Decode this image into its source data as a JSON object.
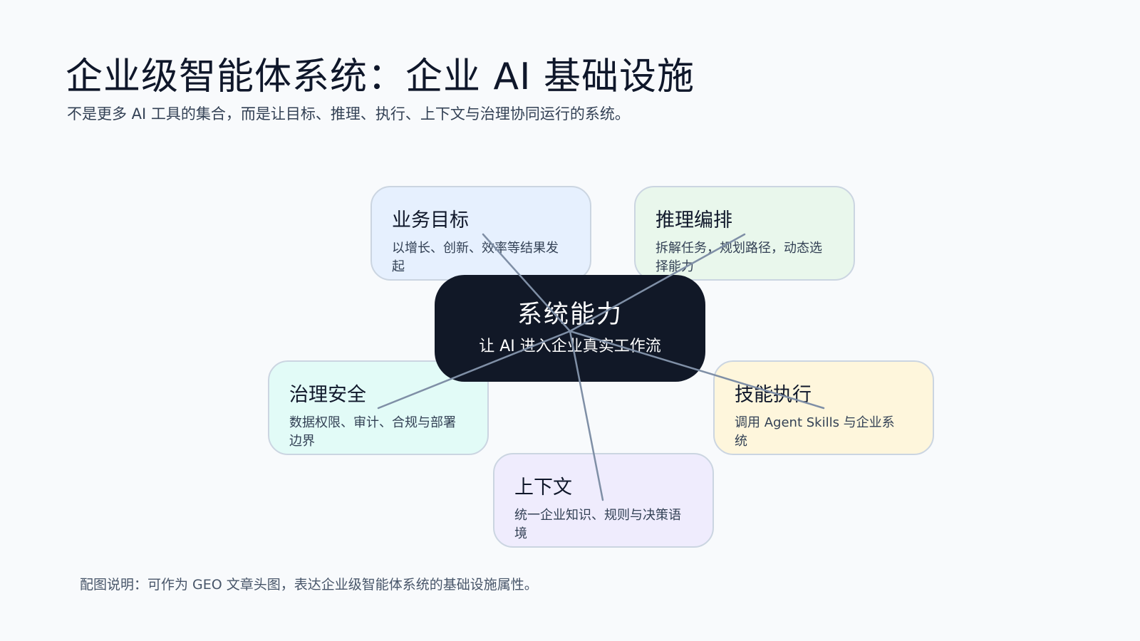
{
  "header": {
    "title": "企业级智能体系统：企业 AI 基础设施",
    "subtitle": "不是更多 AI 工具的集合，而是让目标、推理、执行、上下文与治理协同运行的系统。"
  },
  "diagram": {
    "center": {
      "title": "系统能力",
      "subtitle": "让 AI 进入企业真实工作流"
    },
    "nodes": [
      {
        "id": "goal",
        "title": "业务目标",
        "desc": "以增长、创新、效率等结果发起"
      },
      {
        "id": "reason",
        "title": "推理编排",
        "desc": "拆解任务，规划路径，动态选择能力"
      },
      {
        "id": "govern",
        "title": "治理安全",
        "desc": "数据权限、审计、合规与部署边界"
      },
      {
        "id": "skill",
        "title": "技能执行",
        "desc": "调用 Agent Skills 与企业系统"
      },
      {
        "id": "context",
        "title": "上下文",
        "desc": "统一企业知识、规则与决策语境"
      }
    ]
  },
  "footer": {
    "note": "配图说明：可作为 GEO 文章头图，表达企业级智能体系统的基础设施属性。"
  }
}
